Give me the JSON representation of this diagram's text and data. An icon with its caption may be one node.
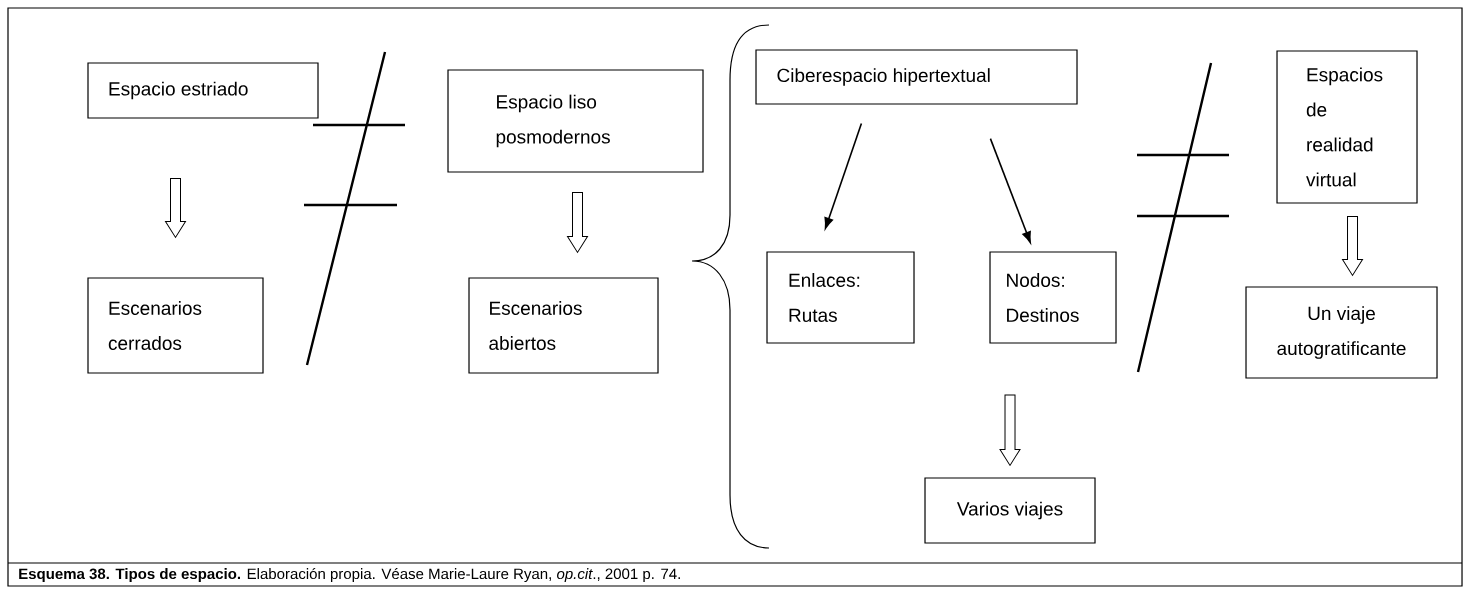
{
  "diagram": {
    "caption": "**Esquema 38. Tipos de espacio.** Elaboración propia. Véase Marie-Laure Ryan, *op.cit*., 2001 p. 74.",
    "nodes": [
      {
        "text": [
          "Espacio estriado"
        ]
      },
      {
        "text": [
          "Escenarios cerrados"
        ]
      },
      {
        "text": [
          "Espacio liso posmodernos"
        ]
      },
      {
        "text": [
          "Escenarios abiertos"
        ]
      },
      {
        "text": [
          "Ciberespacio hipertextual"
        ]
      },
      {
        "text": [
          "Enlaces: Rutas"
        ]
      },
      {
        "text": [
          "Nodos: Destinos"
        ]
      },
      {
        "text": [
          "Varios viajes"
        ]
      },
      {
        "text": [
          "Espacios de realidad virtual"
        ]
      },
      {
        "text": [
          "Un viaje autogratificante"
        ]
      }
    ],
    "edges": [
      {
        "from": 0,
        "to": 1,
        "arrow": "to",
        "style": "thick"
      },
      {
        "from": 2,
        "to": 3,
        "arrow": "to",
        "style": "thick"
      },
      {
        "from": 4,
        "to": 5,
        "arrow": "to"
      },
      {
        "from": 4,
        "to": 6,
        "arrow": "to"
      },
      {
        "from": null,
        "to": 7,
        "arrow": "to",
        "style": "thick"
      },
      {
        "from": 8,
        "to": 9,
        "arrow": "to",
        "style": "thick"
      }
    ]
  }
}
